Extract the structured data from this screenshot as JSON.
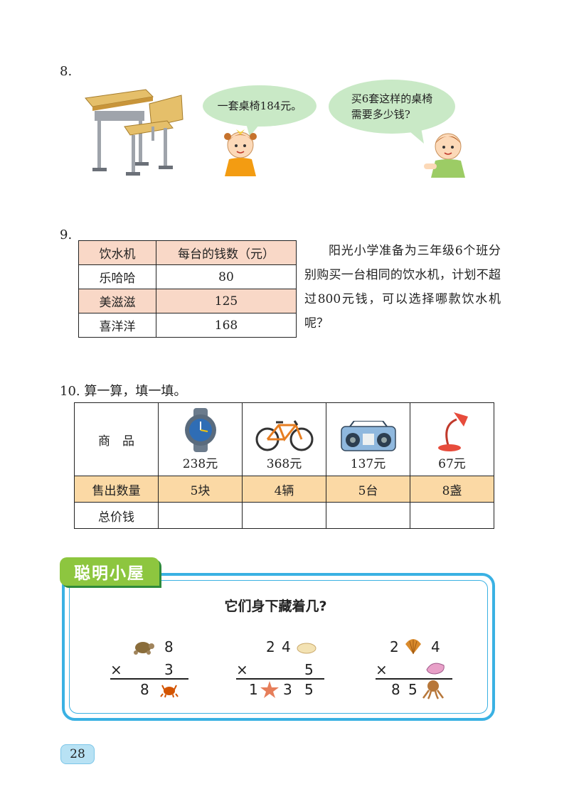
{
  "q8": {
    "number": "8.",
    "girl_bubble": "一套桌椅184元。",
    "boy_bubble": "买6套这样的桌椅\n需要多少钱?"
  },
  "q9": {
    "number": "9.",
    "headers": [
      "饮水机",
      "每台的钱数（元）"
    ],
    "rows": [
      {
        "name": "乐哈哈",
        "price": "80"
      },
      {
        "name": "美滋滋",
        "price": "125"
      },
      {
        "name": "喜洋洋",
        "price": "168"
      }
    ],
    "text": "阳光小学准备为三年级6个班分别购买一台相同的饮水机，计划不超过800元钱，可以选择哪款饮水机呢？"
  },
  "q10": {
    "title": "10. 算一算，填一填。",
    "row_labels": [
      "商　品",
      "售出数量",
      "总价钱"
    ],
    "items": [
      {
        "icon": "watch-icon",
        "price": "238元",
        "qty": "5块",
        "total": ""
      },
      {
        "icon": "bicycle-icon",
        "price": "368元",
        "qty": "4辆",
        "total": ""
      },
      {
        "icon": "radio-icon",
        "price": "137元",
        "qty": "5台",
        "total": ""
      },
      {
        "icon": "lamp-icon",
        "price": "67元",
        "qty": "8盏",
        "total": ""
      }
    ]
  },
  "smart_house": {
    "tab": "聪明小屋",
    "title": "它们身下藏着几?",
    "puzzles": [
      {
        "top": [
          "",
          "8"
        ],
        "mult": "3",
        "result": [
          "8",
          ""
        ],
        "hidden_icons": [
          "turtle-icon",
          "crab-icon"
        ]
      },
      {
        "top": [
          "2",
          "4",
          ""
        ],
        "mult": "5",
        "result": [
          "1",
          "",
          "3",
          "5"
        ],
        "hidden_icons": [
          "shell-icon",
          "starfish-icon"
        ]
      },
      {
        "top": [
          "2",
          "",
          "4"
        ],
        "mult": "",
        "result": [
          "8",
          "5",
          ""
        ],
        "hidden_icons": [
          "scallop-icon",
          "conch-icon",
          "octopus-icon"
        ]
      }
    ],
    "times": "×"
  },
  "page_number": "28"
}
